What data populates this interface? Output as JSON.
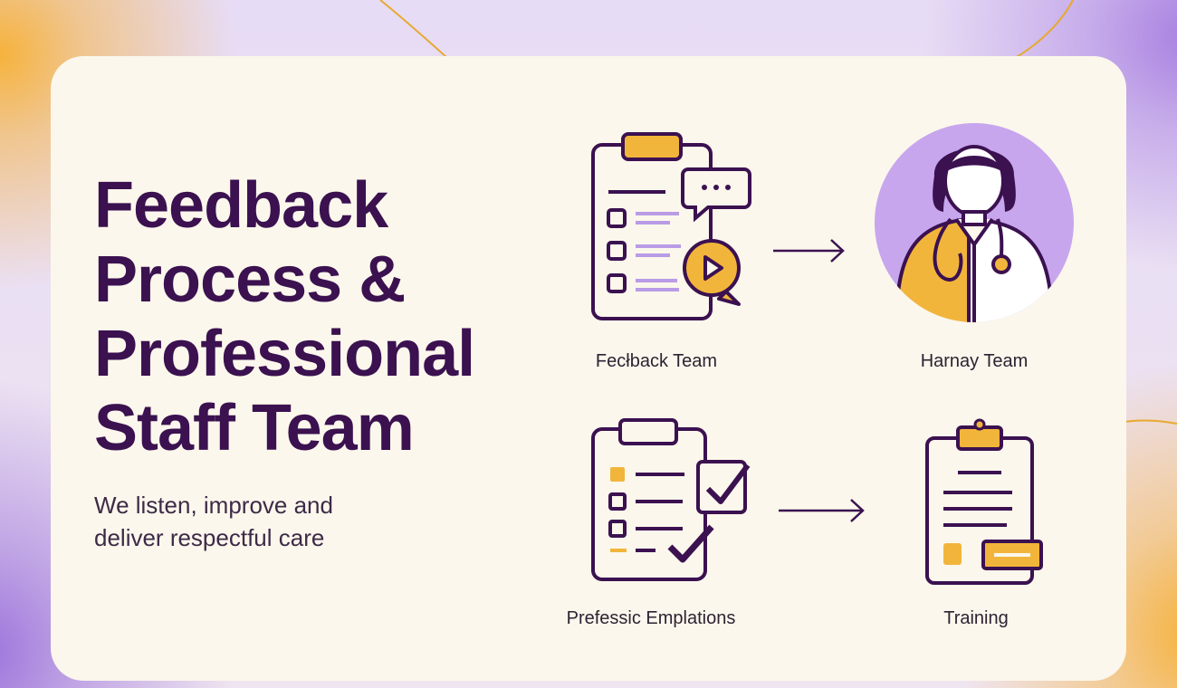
{
  "heading": {
    "line1": "Feedback",
    "line2": "Process &",
    "line3": "Professional",
    "line4": "Staff Team"
  },
  "subtitle": {
    "line1": "We listen, improve and",
    "line2": "deliver respectful care"
  },
  "nodes": [
    {
      "label": "Fecłback Team",
      "icon": "clipboard-feedback-icon"
    },
    {
      "label": "Harnay Team",
      "icon": "nurse-avatar-icon"
    },
    {
      "label": "Prefessic Emplations",
      "icon": "clipboard-checklist-icon"
    },
    {
      "label": "Training",
      "icon": "clipboard-document-icon"
    }
  ],
  "colors": {
    "ink": "#3b1150",
    "accent_gold": "#f2b53b",
    "accent_purple": "#b99be6",
    "card": "#fbf7ec"
  }
}
